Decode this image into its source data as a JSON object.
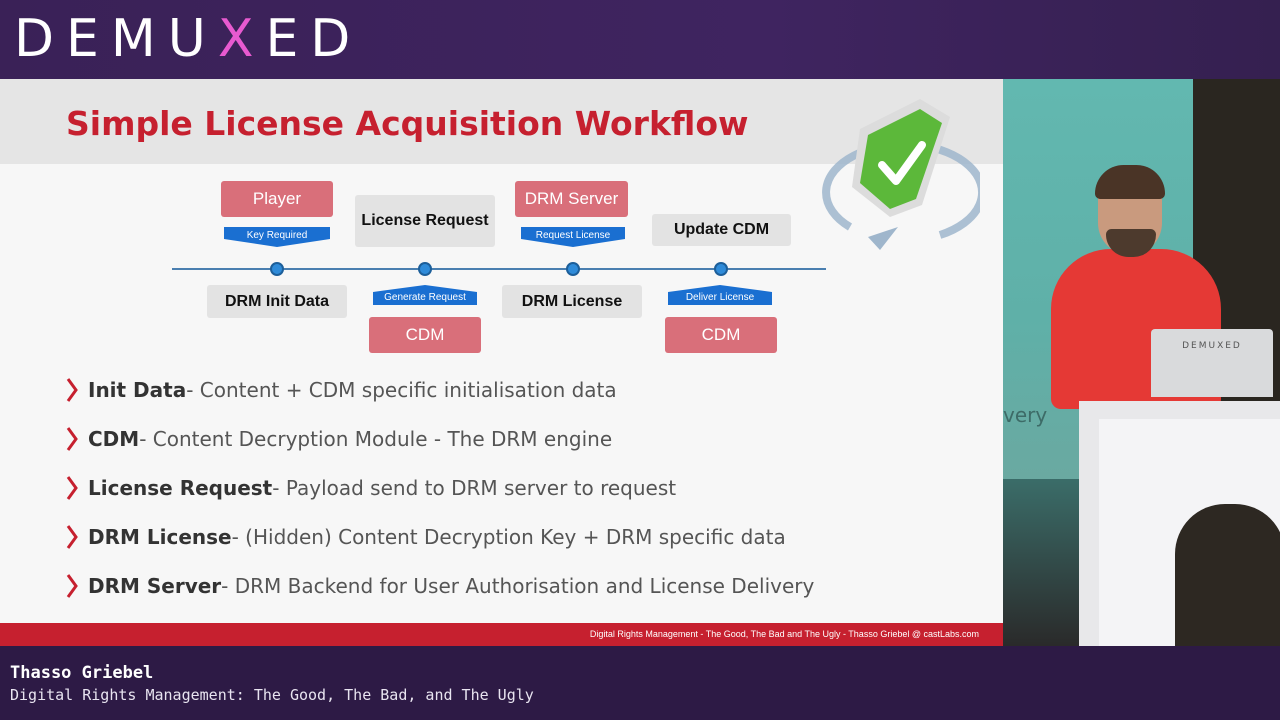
{
  "header": {
    "logo_text": "DEMU",
    "logo_x": "X",
    "logo_tail": "ED"
  },
  "slide": {
    "title": "Simple License Acquisition Workflow",
    "diagram": {
      "player": "Player",
      "license_request": "License Request",
      "drm_server": "DRM Server",
      "update_cdm": "Update CDM",
      "tag_key_required": "Key Required",
      "tag_request_license": "Request License",
      "drm_init_data": "DRM Init Data",
      "drm_license": "DRM License",
      "tag_generate_request": "Generate Request",
      "tag_deliver_license": "Deliver License",
      "cdm_1": "CDM",
      "cdm_2": "CDM"
    },
    "bullets": [
      {
        "term": "Init Data",
        "desc": " - Content + CDM specific initialisation data"
      },
      {
        "term": "CDM",
        "desc": " - Content Decryption Module - The DRM engine"
      },
      {
        "term": "License Request",
        "desc": " - Payload send to DRM server to request"
      },
      {
        "term": "DRM License",
        "desc": " - (Hidden) Content Decryption Key + DRM specific data"
      },
      {
        "term": "DRM Server",
        "desc": " - DRM Backend for User Authorisation and License Delivery"
      }
    ],
    "footer": "Digital Rights Management - The Good, The Bad and The Ugly - Thasso Griebel @ castLabs.com"
  },
  "camera": {
    "screen_text": "very",
    "laptop_label": "DEMUXED"
  },
  "lower_third": {
    "speaker": "Thasso Griebel",
    "talk": "Digital Rights Management: The Good, The Bad, and The Ugly"
  },
  "colors": {
    "brand_purple": "#3a2157",
    "slide_red": "#c6202f",
    "box_red": "#d96f7a",
    "tag_blue": "#1a6fd1",
    "shield_green": "#5cb83a"
  },
  "icons": [
    "shield-check-icon",
    "cycle-arrow-icon",
    "chevron-right-icon"
  ]
}
